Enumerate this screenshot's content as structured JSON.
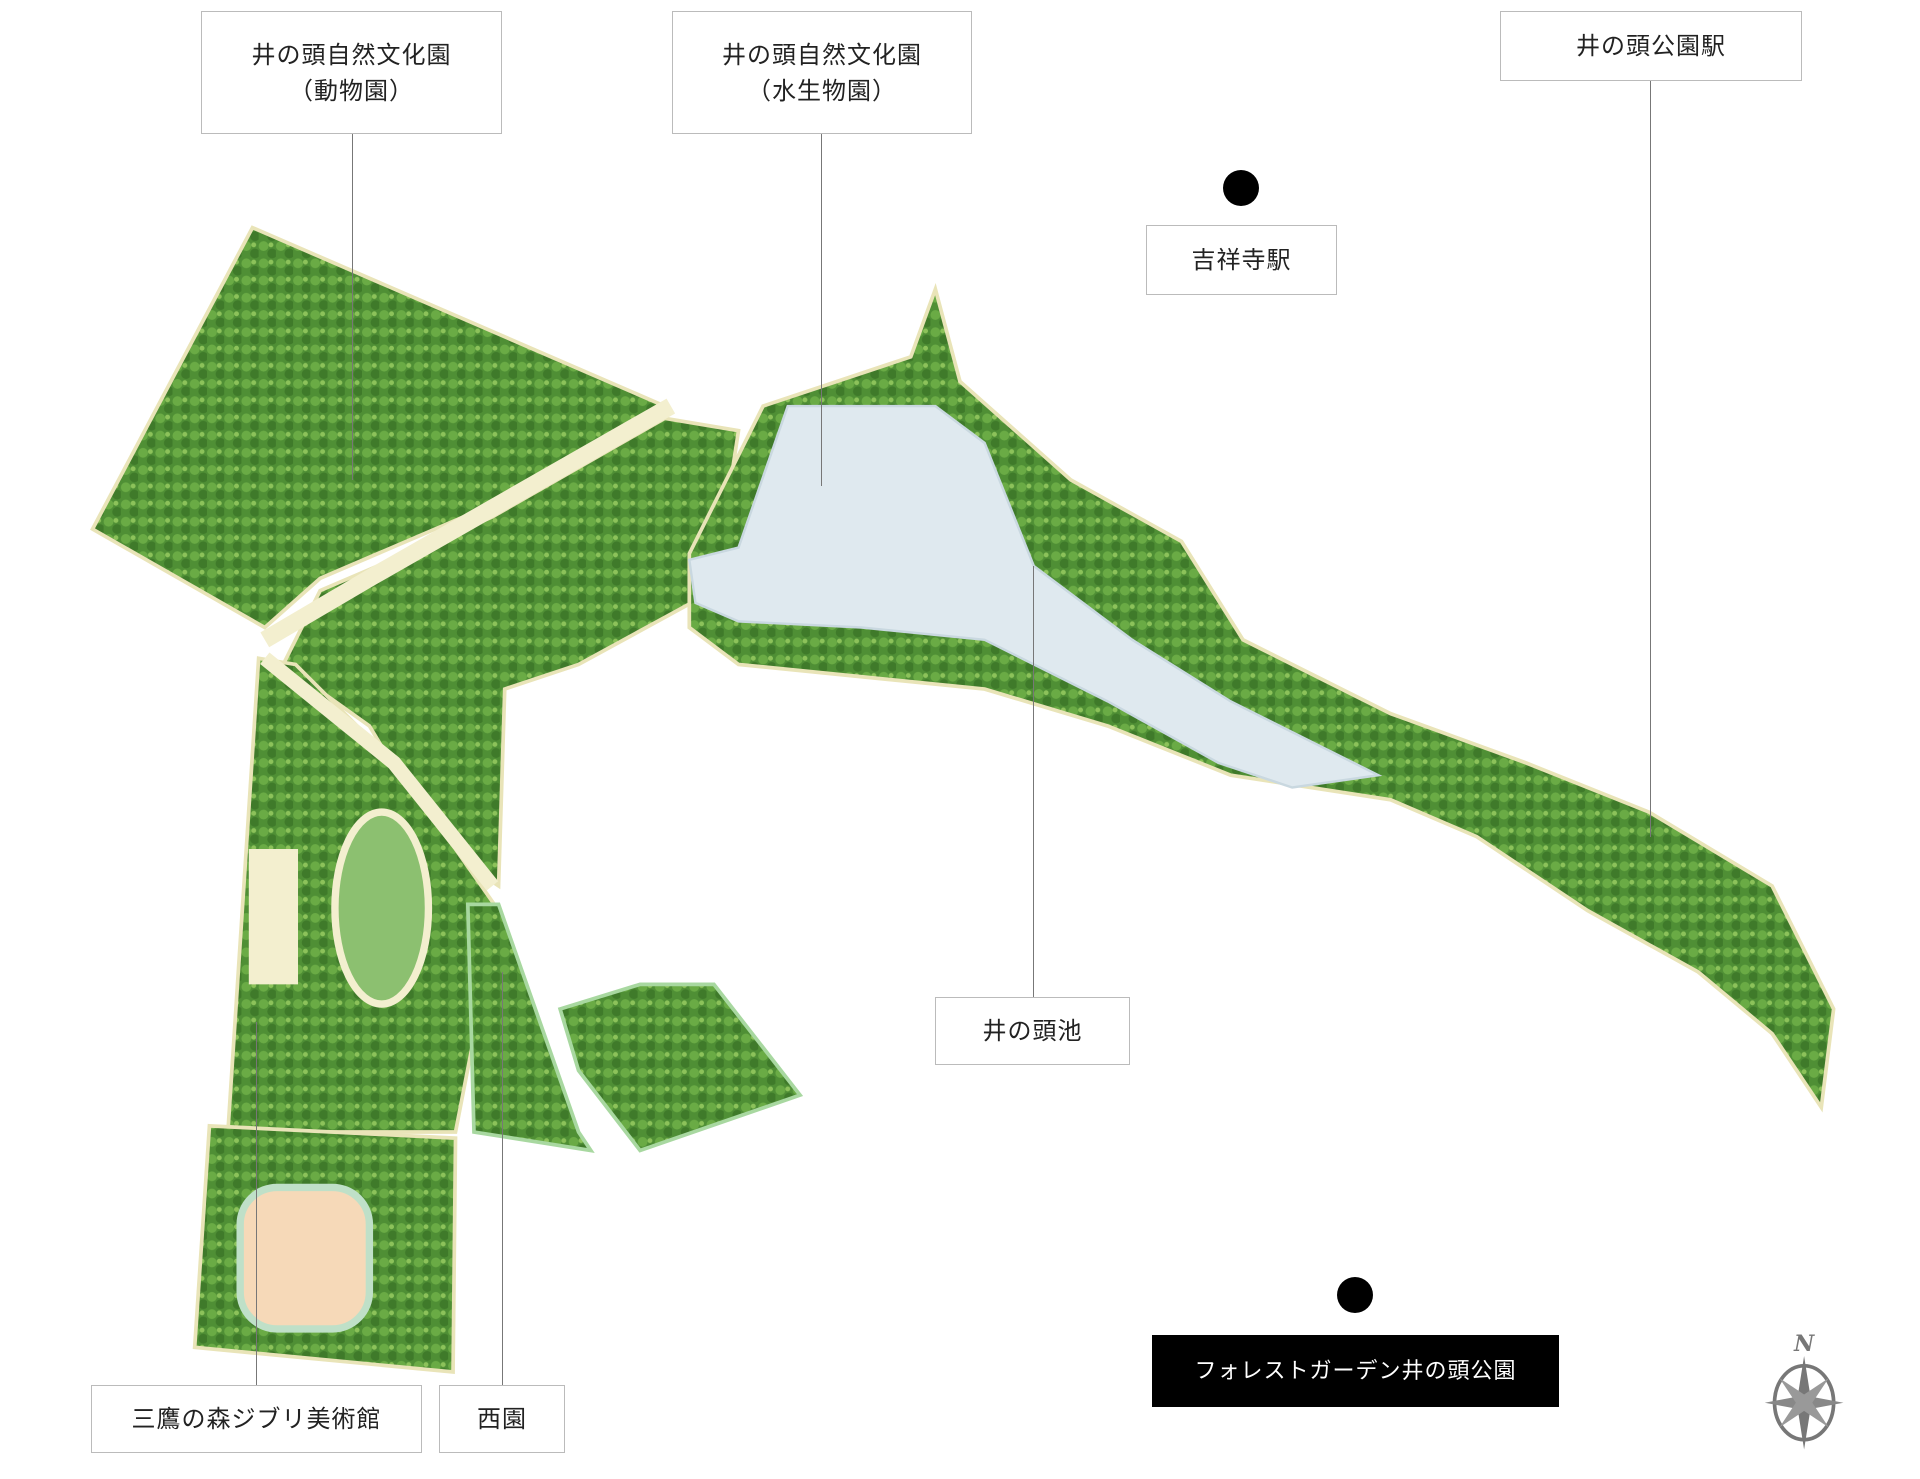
{
  "labels": {
    "zoo": {
      "line1": "井の頭自然文化園",
      "line2": "（動物園）"
    },
    "aquarium": {
      "line1": "井の頭自然文化園",
      "line2": "（水生物園）"
    },
    "inokashira_station": "井の頭公園駅",
    "kichijoji_station": "吉祥寺駅",
    "pond": "井の頭池",
    "ghibli": "三鷹の森ジブリ美術館",
    "west_garden": "西園",
    "forest_garden": "フォレストガーデン井の頭公園"
  },
  "compass": {
    "north": "N"
  },
  "colors": {
    "forest": "#5a9a3c",
    "forest_dark": "#3f7a2a",
    "path": "#f3efcf",
    "pond": "#dfe9ef",
    "field": "#f6d9b8",
    "lawn": "#8cc070",
    "building": "#a8a8ac",
    "label_border": "#bbbbbb",
    "highlight_box": "#000000"
  }
}
